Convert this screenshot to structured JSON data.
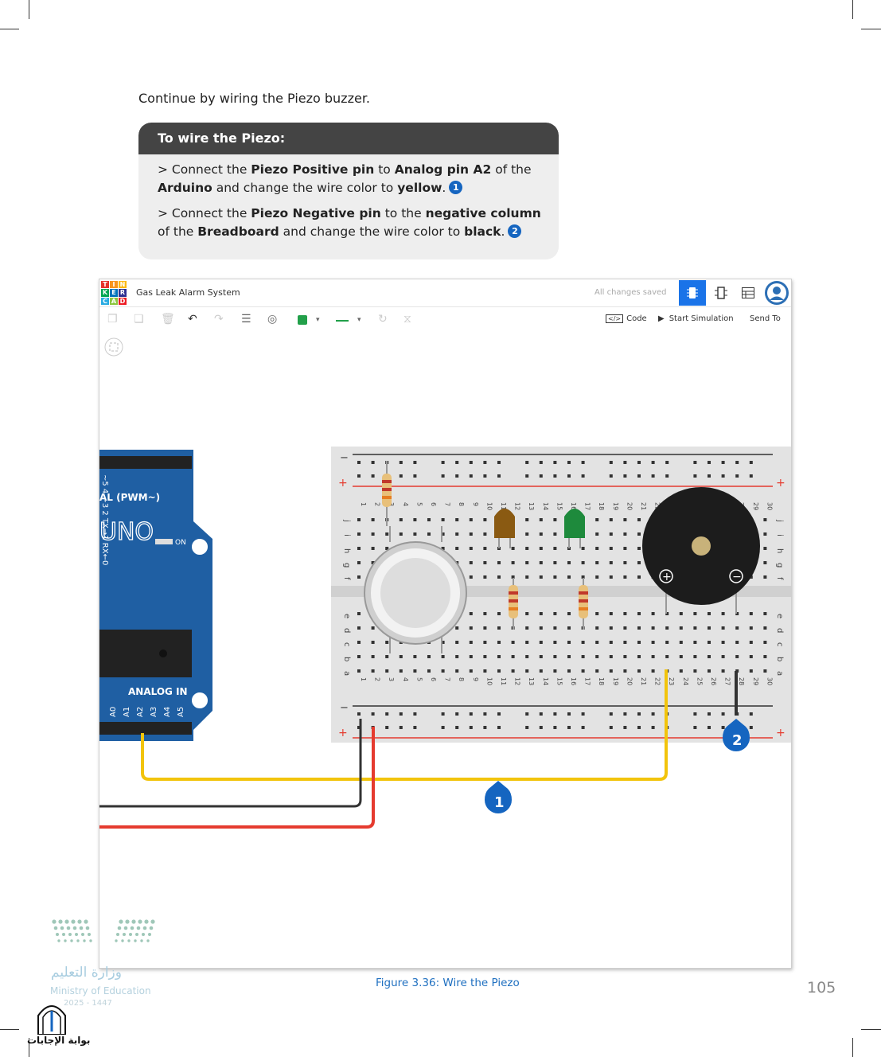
{
  "intro_text": "Continue by wiring the Piezo buzzer.",
  "box": {
    "title": "To wire the Piezo:",
    "step1": {
      "a": "> Connect the ",
      "b": "Piezo Positive pin",
      "c": " to ",
      "d": "Analog pin A2",
      "e": " of the ",
      "f": "Arduino",
      "g": " and change the wire color to ",
      "h": "yellow",
      "i": ".",
      "badge": "1"
    },
    "step2": {
      "a": "> Connect the ",
      "b": "Piezo Negative pin",
      "c": " to the ",
      "d": "negative column",
      "e": " of the ",
      "f": "Breadboard",
      "g": " and change the wire color to ",
      "h": "black",
      "i": ".",
      "badge": "2"
    }
  },
  "app": {
    "logo_letters": [
      "T",
      "I",
      "N",
      "K",
      "E",
      "R",
      "C",
      "A",
      "D"
    ],
    "logo_colors": [
      "#e5332a",
      "#f7941d",
      "#fdb913",
      "#00a651",
      "#0072bc",
      "#2e3192",
      "#29abe2",
      "#8dc63f",
      "#ed1c24"
    ],
    "project_title": "Gas Leak Alarm System",
    "saved_status": "All changes saved",
    "code_label": "Code",
    "start_sim_label": "Start Simulation",
    "send_to_label": "Send To"
  },
  "arduino": {
    "pins_top": "~5  4  ~3  2  TX→1  RX←0",
    "digital_label": "AL (PWM~)",
    "uno_label": "UNO",
    "on_label": "ON",
    "analog_label": "ANALOG IN",
    "analog_pins": [
      "A0",
      "A1",
      "A2",
      "A3",
      "A4",
      "A5"
    ]
  },
  "breadboard": {
    "minus": "−",
    "plus": "+",
    "rows_top": [
      "j",
      "i",
      "h",
      "g",
      "f"
    ],
    "rows_bottom": [
      "e",
      "d",
      "c",
      "b",
      "a"
    ],
    "columns": [
      "1",
      "2",
      "3",
      "4",
      "5",
      "6",
      "7",
      "8",
      "9",
      "10",
      "11",
      "12",
      "13",
      "14",
      "15",
      "16",
      "17",
      "18",
      "19",
      "20",
      "21",
      "22",
      "23",
      "24",
      "25",
      "26",
      "27",
      "28",
      "29",
      "30"
    ]
  },
  "piezo": {
    "plus": "+",
    "minus": "−"
  },
  "callouts": [
    "1",
    "2"
  ],
  "colors": {
    "yellow_wire": "#f2c40c",
    "black_wire": "#333333",
    "red_wire": "#e53b2f",
    "callout": "#1565c0",
    "arduino": "#1f5fa3"
  },
  "caption": "Figure 3.36: Wire the Piezo",
  "page_number": "105",
  "ministry": {
    "arabic": "وزارة التعليم",
    "english": "Ministry of Education",
    "years": "2025 - 1447"
  },
  "portal_label": "بوابة الإجابات"
}
